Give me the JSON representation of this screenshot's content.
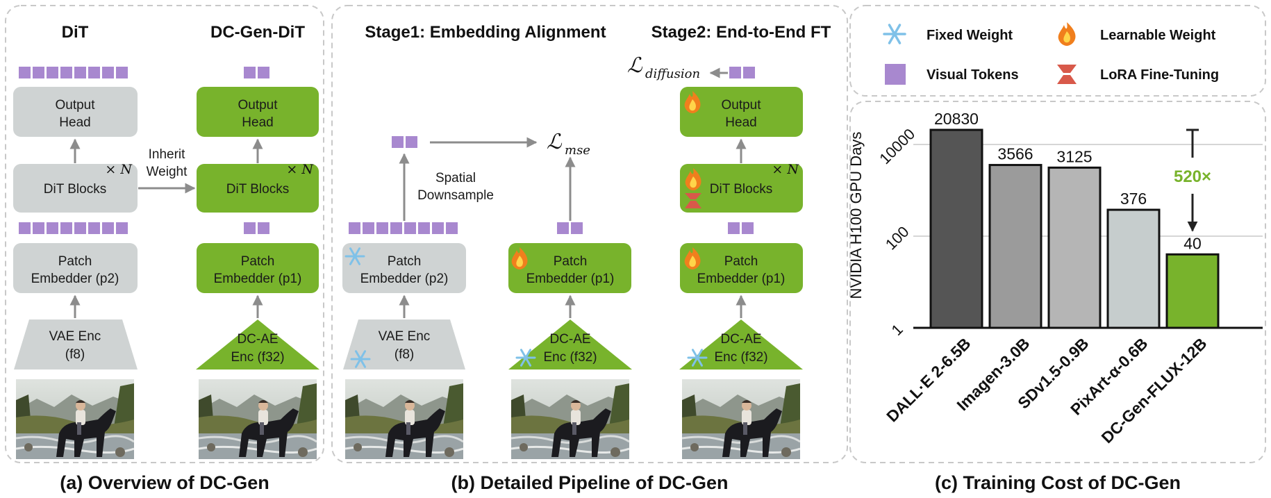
{
  "colors": {
    "gray_box": "#cfd3d3",
    "green_box": "#78b32c",
    "token": "#a888cf",
    "lora": "#d8594a",
    "arrow": "#8c8c8c",
    "flame": "#f07f1d",
    "snow": "#7fc1e8"
  },
  "panel_a": {
    "left_title": "DiT",
    "right_title": "DC-Gen-DiT",
    "output_head": [
      "Output",
      "Head"
    ],
    "dit_blocks": "DiT Blocks",
    "times_n": "× N",
    "patch_p2": [
      "Patch",
      "Embedder (p2)"
    ],
    "patch_p1": [
      "Patch",
      "Embedder (p1)"
    ],
    "vae_enc": [
      "VAE Enc",
      "(f8)"
    ],
    "dcae_enc": [
      "DC-AE",
      "Enc (f32)"
    ],
    "inherit": [
      "Inherit",
      "Weight"
    ],
    "caption": "(a) Overview of DC-Gen"
  },
  "panel_b": {
    "stage1_title": "Stage1: Embedding Alignment",
    "stage2_title": "Stage2: End-to-End FT",
    "spatial": [
      "Spatial",
      "Downsample"
    ],
    "loss_mse": "ℒ",
    "loss_mse_sub": "mse",
    "loss_diffusion": "ℒ",
    "loss_diffusion_sub": "diffusion",
    "caption": "(b) Detailed Pipeline of DC-Gen"
  },
  "legend": {
    "fixed": "Fixed Weight",
    "learnable": "Learnable Weight",
    "visual_tokens": "Visual Tokens",
    "lora": "LoRA Fine-Tuning"
  },
  "chart_data": {
    "type": "bar",
    "categories": [
      "DALL·E 2-6.5B",
      "Imagen-3.0B",
      "SDv1.5-0.9B",
      "PixArt-α-0.6B",
      "DC-Gen-FLUX-12B"
    ],
    "values": [
      20830,
      3566,
      3125,
      376,
      40
    ],
    "value_labels": [
      "20830",
      "3566",
      "3125",
      "376",
      "40"
    ],
    "bar_colors": [
      "#555555",
      "#9b9b9b",
      "#b5b5b5",
      "#c6cdcd",
      "#78b32c"
    ],
    "ylabel": "NVIDIA H100 GPU Days",
    "yscale": "log",
    "ylim": [
      1,
      40000
    ],
    "yticks": [
      1,
      100,
      10000
    ],
    "ytick_labels": [
      "1",
      "100",
      "10000"
    ],
    "grid": true,
    "annotation": "520×",
    "caption": "(c) Training Cost of DC-Gen"
  }
}
